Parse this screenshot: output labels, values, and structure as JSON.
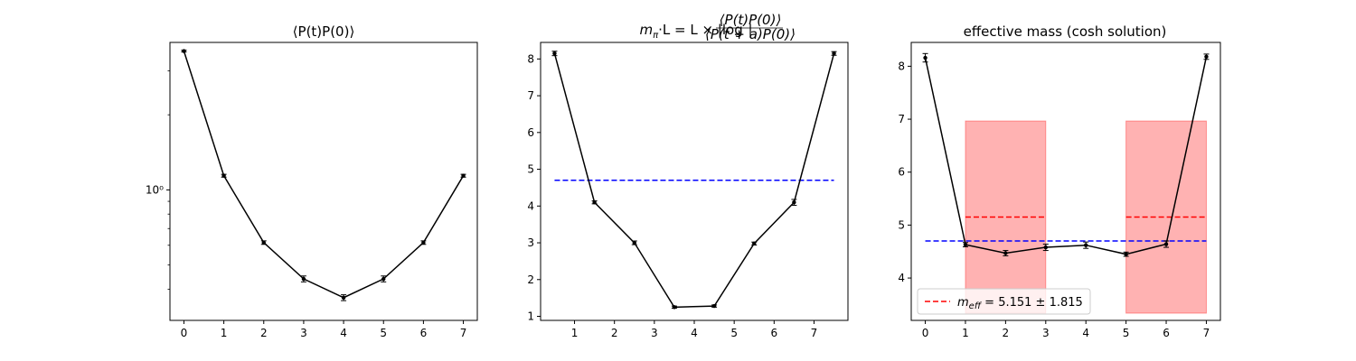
{
  "chart_data": [
    {
      "type": "line",
      "title": "⟨P(t)P(0)⟩",
      "yscale": "log",
      "xlim": [
        -0.35,
        7.35
      ],
      "ylim": [
        0.3,
        3.9
      ],
      "x_ticks": [
        0,
        1,
        2,
        3,
        4,
        5,
        6,
        7
      ],
      "y_ticks": [
        {
          "value": 1.0,
          "label": "10⁰"
        }
      ],
      "y_minor_ticks": [
        0.4,
        0.5,
        0.6,
        0.7,
        0.8,
        0.9,
        2,
        3
      ],
      "series": [
        {
          "color": "#000000",
          "marker": "dot",
          "error_bars": true,
          "x": [
            0,
            1,
            2,
            3,
            4,
            5,
            6,
            7
          ],
          "y": [
            3.6,
            1.14,
            0.615,
            0.44,
            0.37,
            0.44,
            0.615,
            1.14
          ],
          "err": [
            0.03,
            0.015,
            0.01,
            0.012,
            0.01,
            0.012,
            0.01,
            0.015
          ]
        }
      ]
    },
    {
      "type": "line",
      "title_parts": {
        "lhs": "m",
        "lhs_sub": "π",
        "mid": "·L = L × |log",
        "num": "⟨P(t)P(0)⟩",
        "den": "⟨P(t + a)P(0)⟩",
        "end": "|"
      },
      "xlim": [
        0.15,
        7.85
      ],
      "ylim": [
        0.89,
        8.45
      ],
      "x_ticks": [
        1,
        2,
        3,
        4,
        5,
        6,
        7
      ],
      "y_ticks": [
        {
          "value": 1,
          "label": "1"
        },
        {
          "value": 2,
          "label": "2"
        },
        {
          "value": 3,
          "label": "3"
        },
        {
          "value": 4,
          "label": "4"
        },
        {
          "value": 5,
          "label": "5"
        },
        {
          "value": 6,
          "label": "6"
        },
        {
          "value": 7,
          "label": "7"
        },
        {
          "value": 8,
          "label": "8"
        }
      ],
      "series": [
        {
          "color": "#000000",
          "marker": "dot",
          "error_bars": true,
          "x": [
            0.5,
            1.5,
            2.5,
            3.5,
            4.5,
            5.5,
            6.5,
            7.5
          ],
          "y": [
            8.15,
            4.1,
            3.0,
            1.25,
            1.28,
            2.98,
            4.1,
            8.15
          ],
          "err": [
            0.06,
            0.04,
            0.05,
            0.03,
            0.03,
            0.04,
            0.08,
            0.05
          ]
        }
      ],
      "hlines": [
        {
          "y": 4.7,
          "x0": 0.5,
          "x1": 7.5,
          "color": "#0000ff",
          "style": "dashed"
        }
      ]
    },
    {
      "type": "line",
      "title": "effective mass (cosh solution)",
      "xlim": [
        -0.35,
        7.35
      ],
      "ylim": [
        3.2,
        8.45
      ],
      "x_ticks": [
        0,
        1,
        2,
        3,
        4,
        5,
        6,
        7
      ],
      "y_ticks": [
        {
          "value": 4,
          "label": "4"
        },
        {
          "value": 5,
          "label": "5"
        },
        {
          "value": 6,
          "label": "6"
        },
        {
          "value": 7,
          "label": "7"
        },
        {
          "value": 8,
          "label": "8"
        }
      ],
      "bands": [
        {
          "x0": 1,
          "x1": 3,
          "y0": 3.336,
          "y1": 6.966,
          "color": "#ff0000",
          "opacity": 0.3
        },
        {
          "x0": 5,
          "x1": 7,
          "y0": 3.336,
          "y1": 6.966,
          "color": "#ff0000",
          "opacity": 0.3
        }
      ],
      "series": [
        {
          "color": "#000000",
          "marker": "dot",
          "error_bars": true,
          "x": [
            0,
            1,
            2,
            3,
            4,
            5,
            6,
            7
          ],
          "y": [
            8.16,
            4.63,
            4.47,
            4.58,
            4.62,
            4.45,
            4.64,
            8.18
          ],
          "err": [
            0.08,
            0.04,
            0.05,
            0.06,
            0.06,
            0.04,
            0.06,
            0.05
          ]
        }
      ],
      "hlines": [
        {
          "y": 4.7,
          "x0": 0,
          "x1": 7,
          "color": "#0000ff",
          "style": "dashed"
        },
        {
          "y": 5.151,
          "x0": 1,
          "x1": 3,
          "color": "#ff0000",
          "style": "dashed"
        },
        {
          "y": 5.151,
          "x0": 5,
          "x1": 7,
          "color": "#ff0000",
          "style": "dashed"
        }
      ],
      "legend": {
        "placement": "lower-left",
        "entries": [
          {
            "color": "#ff0000",
            "style": "dashed",
            "label_m": "m",
            "label_sub": "eff",
            "label_rest": " = 5.151 ± 1.815"
          }
        ]
      }
    }
  ]
}
